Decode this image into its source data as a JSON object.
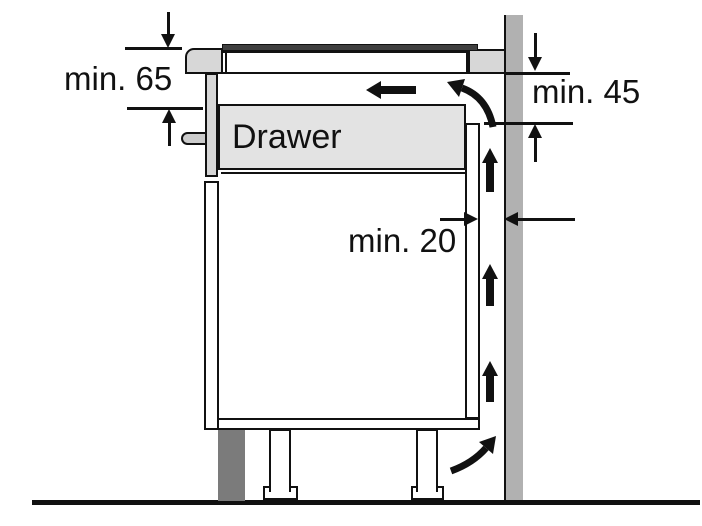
{
  "diagram": {
    "labels": {
      "min65": "min. 65",
      "min45": "min. 45",
      "min20": "min. 20",
      "drawer": "Drawer"
    },
    "colors": {
      "background": "#ffffff",
      "line": "#111111",
      "wall": "#b1b1b1",
      "worktop": "#d7d7d7",
      "drawer_fill": "#e3e3e3",
      "handle": "#cccccc",
      "plinth": "#7b7b7b",
      "glass": "#3f3f3f"
    }
  }
}
